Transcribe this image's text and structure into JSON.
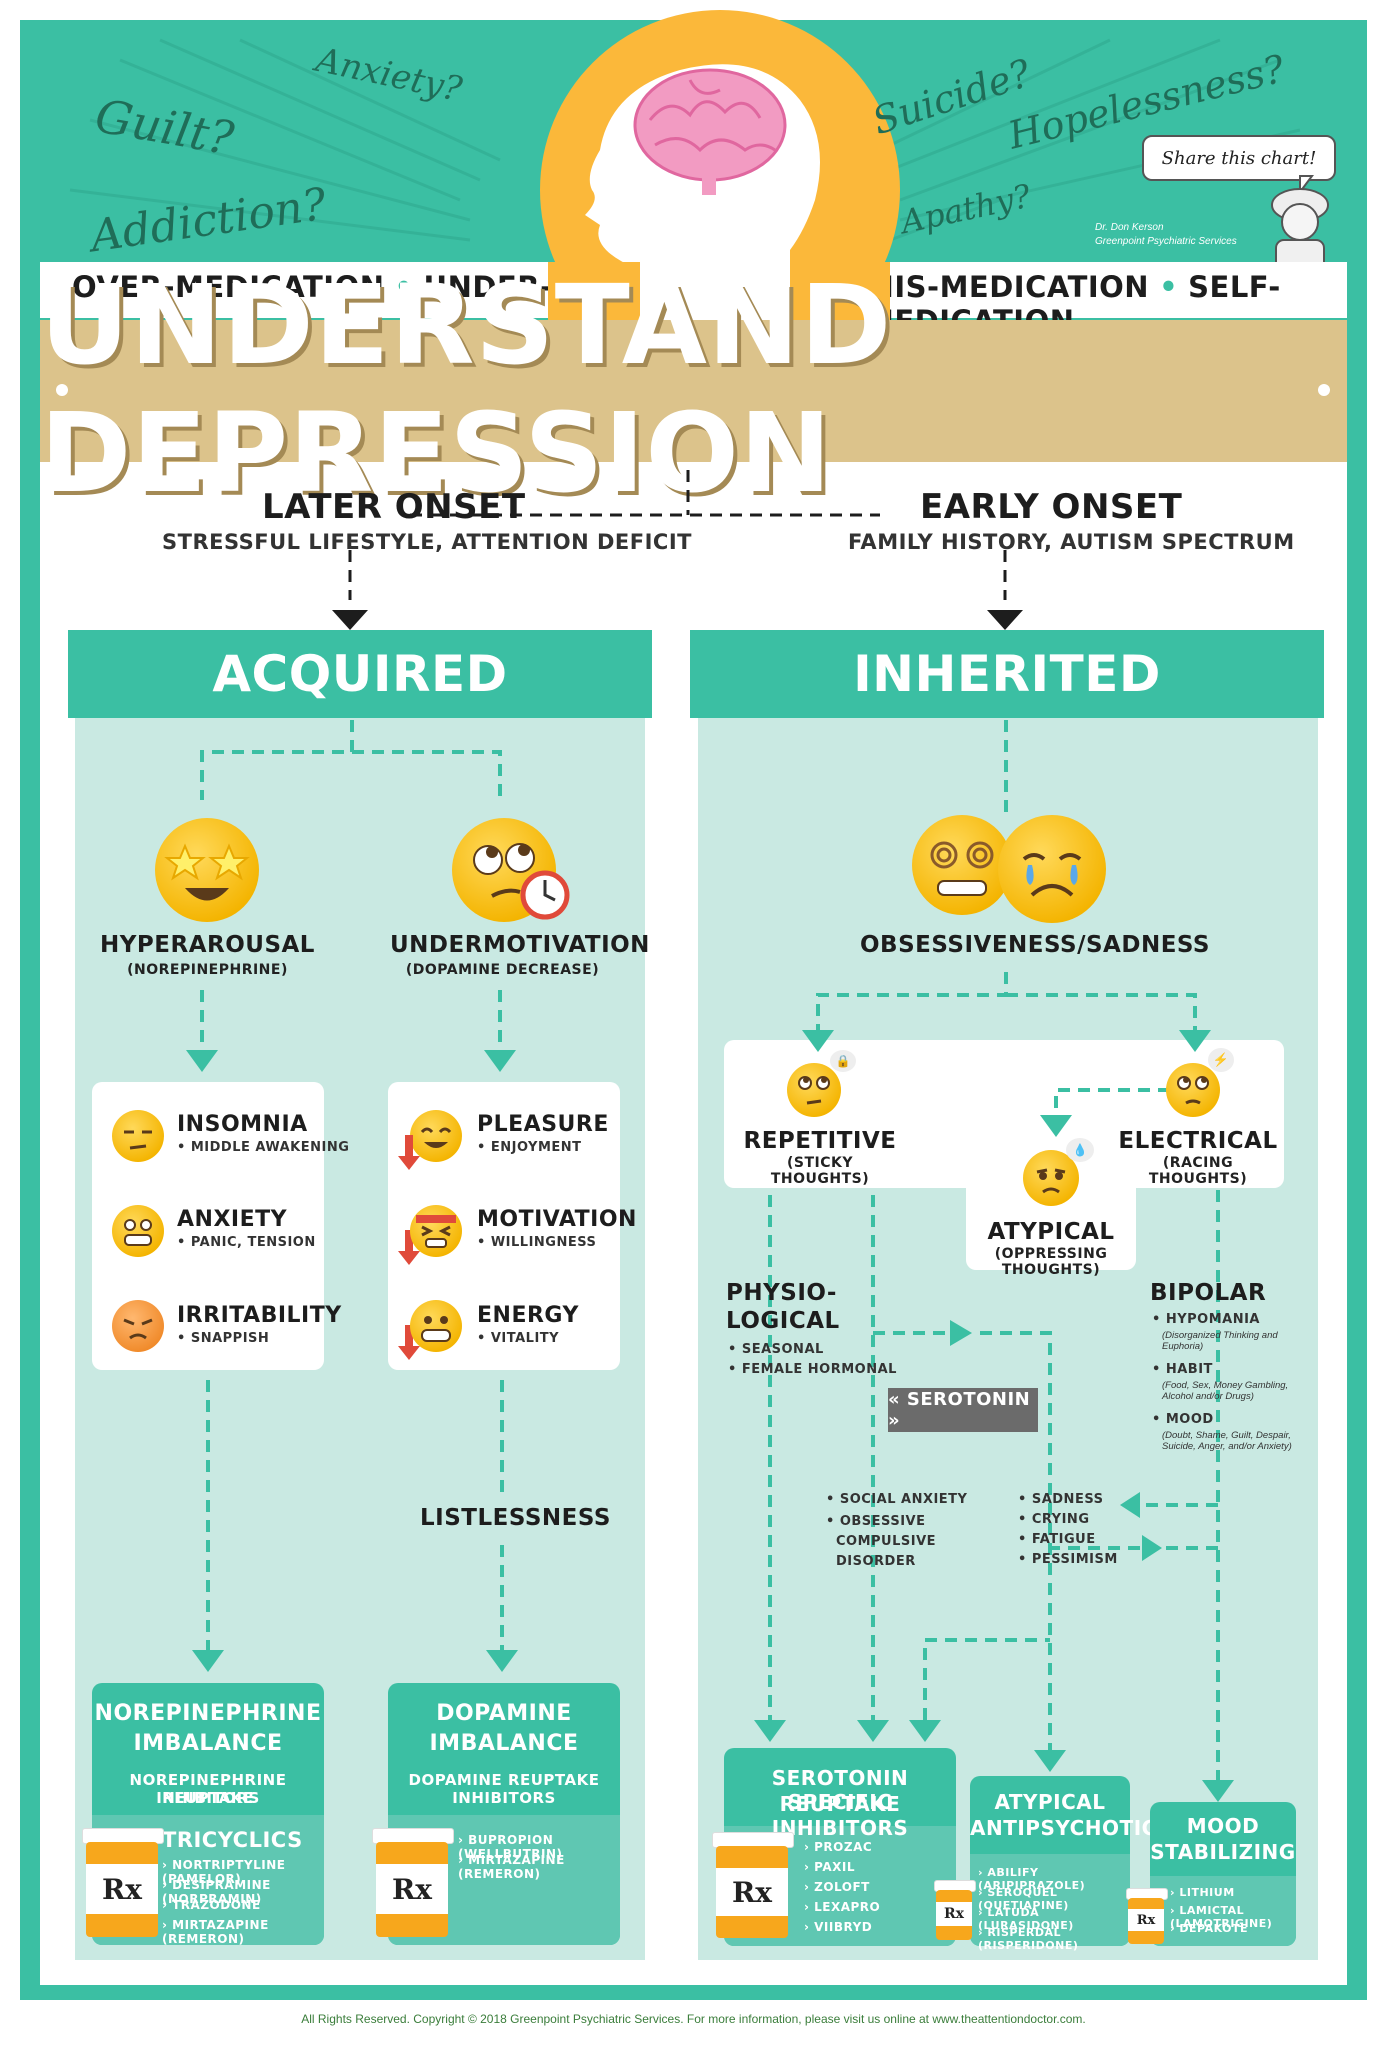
{
  "header": {
    "worries_left": [
      "Anxiety?",
      "Guilt?",
      "Addiction?"
    ],
    "worries_right": [
      "Suicide?",
      "Hopelessness?",
      "Apathy?"
    ],
    "share_bubble": "Share this chart!",
    "doctor_name": "Dr. Don Kerson",
    "doctor_org": "Greenpoint Psychiatric Services",
    "med_left": [
      "OVER-MEDICATION",
      "UNDER-MEDICATION"
    ],
    "med_right": [
      "MIS-MEDICATION",
      "SELF-MEDICATION"
    ],
    "title": "UNDERSTAND DEPRESSION"
  },
  "onset": {
    "later": {
      "title": "LATER ONSET",
      "sub": "STRESSFUL LIFESTYLE, ATTENTION DEFICIT"
    },
    "early": {
      "title": "EARLY ONSET",
      "sub": "FAMILY HISTORY, AUTISM SPECTRUM"
    }
  },
  "acquired": {
    "title": "ACQUIRED",
    "hyper": {
      "label": "HYPERAROUSAL",
      "sub": "(NOREPINEPHRINE)"
    },
    "under": {
      "label": "UNDERMOTIVATION",
      "sub": "(DOPAMINE DECREASE)"
    },
    "left_symptoms": [
      {
        "label": "INSOMNIA",
        "sub": "MIDDLE AWAKENING"
      },
      {
        "label": "ANXIETY",
        "sub": "PANIC, TENSION"
      },
      {
        "label": "IRRITABILITY",
        "sub": "SNAPPISH"
      }
    ],
    "right_symptoms": [
      {
        "label": "PLEASURE",
        "sub": "ENJOYMENT"
      },
      {
        "label": "MOTIVATION",
        "sub": "WILLINGNESS"
      },
      {
        "label": "ENERGY",
        "sub": "VITALITY"
      }
    ],
    "listlessness": "LISTLESSNESS",
    "norepi": {
      "title_l1": "NOREPINEPHRINE",
      "title_l2": "IMBALANCE",
      "sub_l1": "NOREPINEPHRINE REUPTAKE",
      "sub_l2": "INHIBITORS",
      "class": "TRICYCLICS",
      "drugs": [
        "NORTRIPTYLINE (PAMELOR)",
        "DESIPRAMINE (NORPRAMIN)",
        "TRAZODONE",
        "MIRTAZAPINE (REMERON)"
      ]
    },
    "dopa": {
      "title_l1": "DOPAMINE",
      "title_l2": "IMBALANCE",
      "sub_l1": "DOPAMINE REUPTAKE",
      "sub_l2": "INHIBITORS",
      "drugs": [
        "BUPROPION (WELLBUTRIN)",
        "MIRTAZAPINE (REMERON)"
      ]
    }
  },
  "inherited": {
    "title": "INHERITED",
    "obsessive": "OBSESSIVENESS/SADNESS",
    "repetitive": {
      "label": "REPETITIVE",
      "sub": "(STICKY THOUGHTS)"
    },
    "electrical": {
      "label": "ELECTRICAL",
      "sub": "(RACING THOUGHTS)"
    },
    "atypical": {
      "label": "ATYPICAL",
      "sub": "(OPPRESSING THOUGHTS)"
    },
    "physio": {
      "l1": "PHYSIO-",
      "l2": "LOGICAL",
      "items": [
        "SEASONAL",
        "FEMALE HORMONAL"
      ]
    },
    "bipolar": {
      "title": "BIPOLAR",
      "items": [
        {
          "label": "HYPOMANIA",
          "note": "(Disorganized Thinking and Euphoria)"
        },
        {
          "label": "HABIT",
          "note": "(Food, Sex, Money Gambling, Alcohol and/or Drugs)"
        },
        {
          "label": "MOOD",
          "note": "(Doubt, Shame, Guilt, Despair, Suicide, Anger, and/or Anxiety)"
        }
      ]
    },
    "serotonin_tag": "« SEROTONIN »",
    "social": [
      "SOCIAL ANXIETY",
      "OBSESSIVE",
      "COMPULSIVE",
      "DISORDER"
    ],
    "sadness": [
      "SADNESS",
      "CRYING",
      "FATIGUE",
      "PESSIMISM"
    ],
    "ssri": {
      "title_l1": "SEROTONIN SPECIFIC",
      "title_l2": "REUPTAKE INHIBITORS",
      "drugs": [
        "PROZAC",
        "PAXIL",
        "ZOLOFT",
        "LEXAPRO",
        "VIIBRYD"
      ]
    },
    "atyp_ap": {
      "title_l1": "ATYPICAL",
      "title_l2": "ANTIPSYCHOTIC",
      "drugs": [
        "ABILIFY (ARIPIPRAZOLE)",
        "SEROQUEL (QUETIAPINE)",
        "LATUDA (LURASIDONE)",
        "RISPERDAL (RISPERIDONE)"
      ]
    },
    "mood_stab": {
      "title_l1": "MOOD",
      "title_l2": "STABILIZING",
      "drugs": [
        "LITHIUM",
        "LAMICTAL (LAMOTRIGINE)",
        "DEPAKOTE"
      ]
    }
  },
  "rx_symbol": "Rx",
  "footer": "All Rights Reserved. Copyright © 2018 Greenpoint Psychiatric Services. For more information, please visit us online at www.theattentiondoctor.com.",
  "colors": {
    "teal": "#3bbfa3",
    "pale_teal": "#c9e9e2",
    "tan": "#dcc38b",
    "orange": "#f7a71c"
  }
}
